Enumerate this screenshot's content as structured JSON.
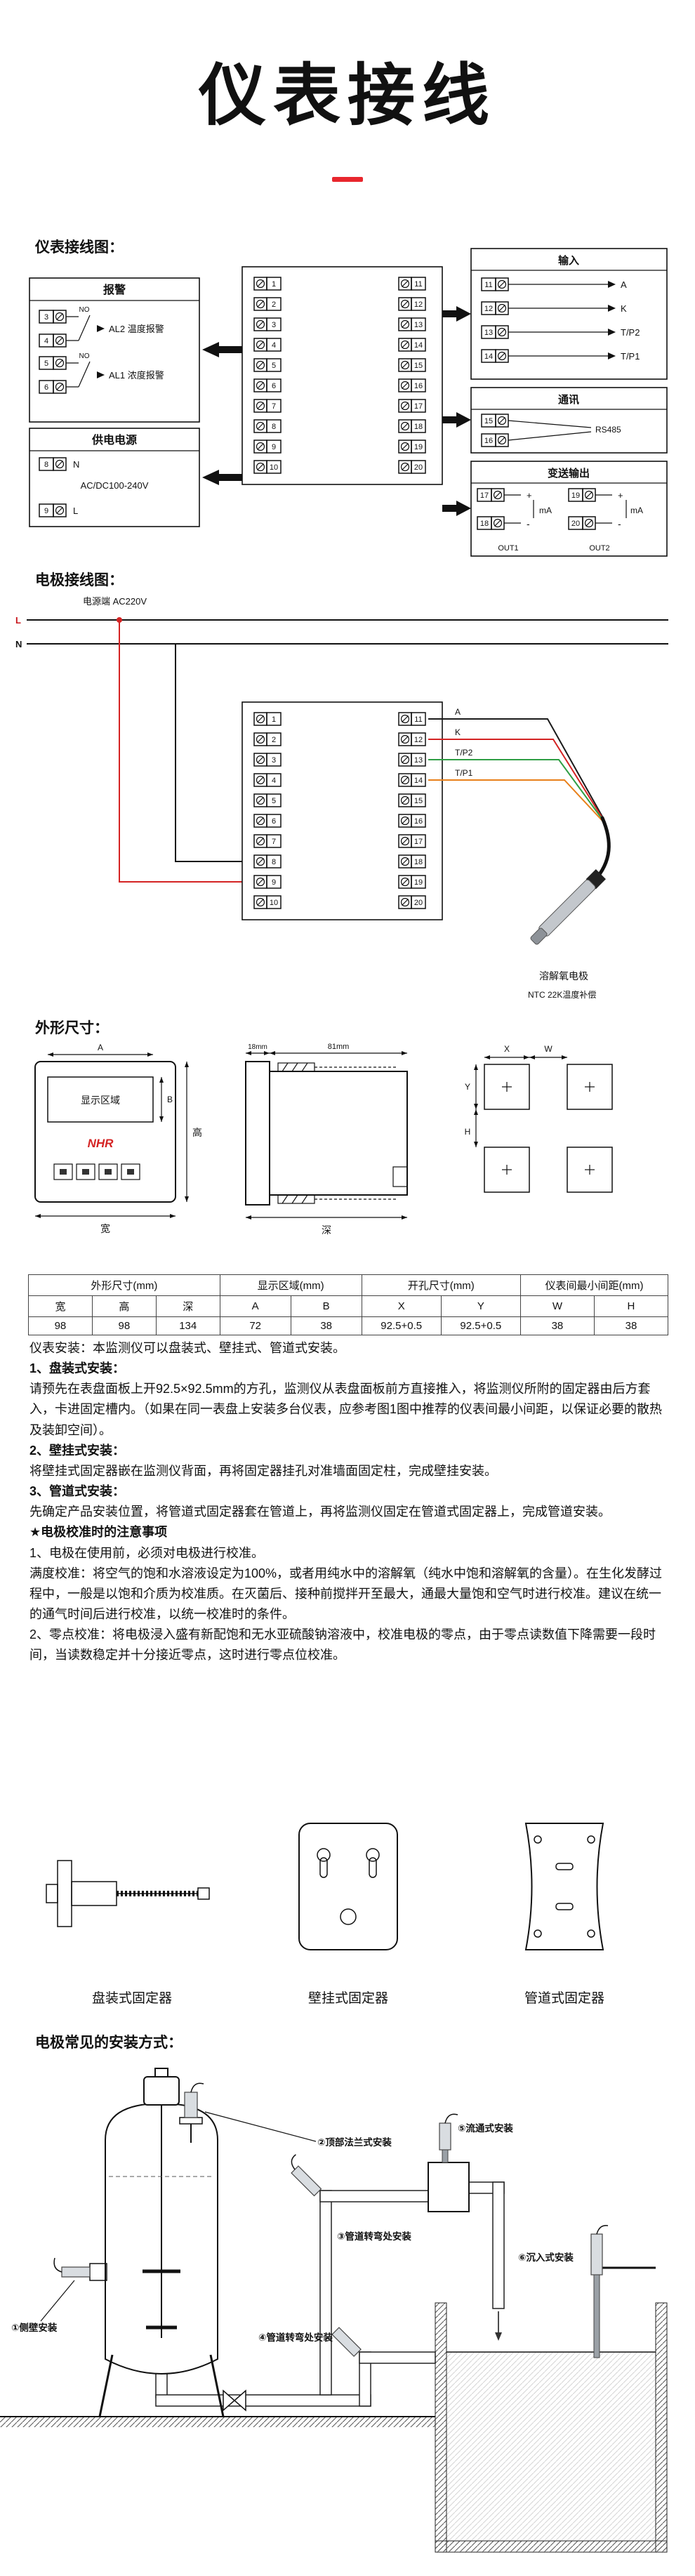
{
  "page": {
    "title": "仪表接线"
  },
  "section_labels": {
    "wiring": "仪表接线图：",
    "electrode": "电极接线图：",
    "dimensions": "外形尺寸：",
    "methods": "电极常见的安装方式："
  },
  "wiring": {
    "alarm": {
      "title": "报警",
      "no1": "NO",
      "no2": "NO",
      "row1": {
        "t_top": "3",
        "t_bot": "4",
        "label": "AL2 温度报警"
      },
      "row2": {
        "t_top": "5",
        "t_bot": "6",
        "label": "AL1 浓度报警"
      }
    },
    "power": {
      "title": "供电电源",
      "t_n": "8",
      "n": "N",
      "voltage": "AC/DC100-240V",
      "t_l": "9",
      "l": "L"
    },
    "strip_left": [
      "1",
      "2",
      "3",
      "4",
      "5",
      "6",
      "7",
      "8",
      "9",
      "10"
    ],
    "strip_right": [
      "11",
      "12",
      "13",
      "14",
      "15",
      "16",
      "17",
      "18",
      "19",
      "20"
    ],
    "input": {
      "title": "输入",
      "rows": [
        {
          "t": "11",
          "label": "A"
        },
        {
          "t": "12",
          "label": "K"
        },
        {
          "t": "13",
          "label": "T/P2"
        },
        {
          "t": "14",
          "label": "T/P1"
        }
      ]
    },
    "comm": {
      "title": "通讯",
      "t1": "15",
      "t2": "16",
      "label": "RS485"
    },
    "output": {
      "title": "变送输出",
      "g1": {
        "t_top": "17",
        "t_bot": "18",
        "plus": "+",
        "minus": "-",
        "unit": "mA",
        "name": "OUT1"
      },
      "g2": {
        "t_top": "19",
        "t_bot": "20",
        "plus": "+",
        "minus": "-",
        "unit": "mA",
        "name": "OUT2"
      }
    }
  },
  "electrode": {
    "power_label": "电源端  AC220V",
    "l": "L",
    "n": "N",
    "wire_labels": [
      "A",
      "K",
      "T/P2",
      "T/P1"
    ],
    "wire_colors": [
      "#1a1a1a",
      "#d42323",
      "#2f9e44",
      "#e8801a"
    ],
    "probe_label": "溶解氧电极",
    "ntc_label": "NTC 22K温度补偿"
  },
  "dims": {
    "front": {
      "a": "A",
      "b": "B",
      "display": "显示区域",
      "brand": "NHR",
      "width": "宽",
      "height": "高"
    },
    "side": {
      "bezel": "18mm",
      "body": "81mm",
      "depth": "深"
    },
    "cutout": {
      "x": "X",
      "y": "Y",
      "w": "W",
      "h": "H"
    }
  },
  "table": {
    "groups": [
      {
        "label": "外形尺寸(mm)",
        "span": 3
      },
      {
        "label": "显示区域(mm)",
        "span": 2
      },
      {
        "label": "开孔尺寸(mm)",
        "span": 2
      },
      {
        "label": "仪表间最小间距(mm)",
        "span": 2
      }
    ],
    "headers": [
      "宽",
      "高",
      "深",
      "A",
      "B",
      "X",
      "Y",
      "W",
      "H"
    ],
    "values": [
      "98",
      "98",
      "134",
      "72",
      "38",
      "92.5+0.5",
      "92.5+0.5",
      "38",
      "38"
    ]
  },
  "install": {
    "intro": "仪表安装：本监测仪可以盘装式、壁挂式、管道式安装。",
    "h1": "1、盘装式安装：",
    "p1": "请预先在表盘面板上开92.5×92.5mm的方孔，监测仪从表盘面板前方直接推入，将监测仪所附的固定器由后方套入，卡进固定槽内。（如果在同一表盘上安装多台仪表，应参考图1图中推荐的仪表间最小间距，以保证必要的散热及装卸空间）。",
    "h2": "2、壁挂式安装：",
    "p2": "将壁挂式固定器嵌在监测仪背面，再将固定器挂孔对准墙面固定柱，完成壁挂安装。",
    "h3": "3、管道式安装：",
    "p3": "先确定产品安装位置，将管道式固定器套在管道上，再将监测仪固定在管道式固定器上，完成管道安装。",
    "star": "★电极校准时的注意事项",
    "c1": "1、电极在使用前，必须对电极进行校准。",
    "c2": "满度校准：将空气的饱和水溶液设定为100%，或者用纯水中的溶解氧（纯水中饱和溶解氧的含量）。在生化发酵过程中，一般是以饱和介质为校准质。在灭菌后、接种前搅拌开至最大，通最大量饱和空气时进行校准。建议在统一的通气时间后进行校准，以统一校准时的条件。",
    "c3": "2、零点校准：将电极浸入盛有新配饱和无水亚硫酸钠溶液中，校准电极的零点，由于零点读数值下降需要一段时间，当读数稳定并十分接近零点，这时进行零点位校准。"
  },
  "fixtures": {
    "captions": [
      "盘装式固定器",
      "壁挂式固定器",
      "管道式固定器"
    ]
  },
  "methods": {
    "labels": [
      "①侧壁安装",
      "②顶部法兰式安装",
      "③管道转弯处安装",
      "④管道转弯处安装",
      "⑤流通式安装",
      "⑥沉入式安装"
    ]
  }
}
